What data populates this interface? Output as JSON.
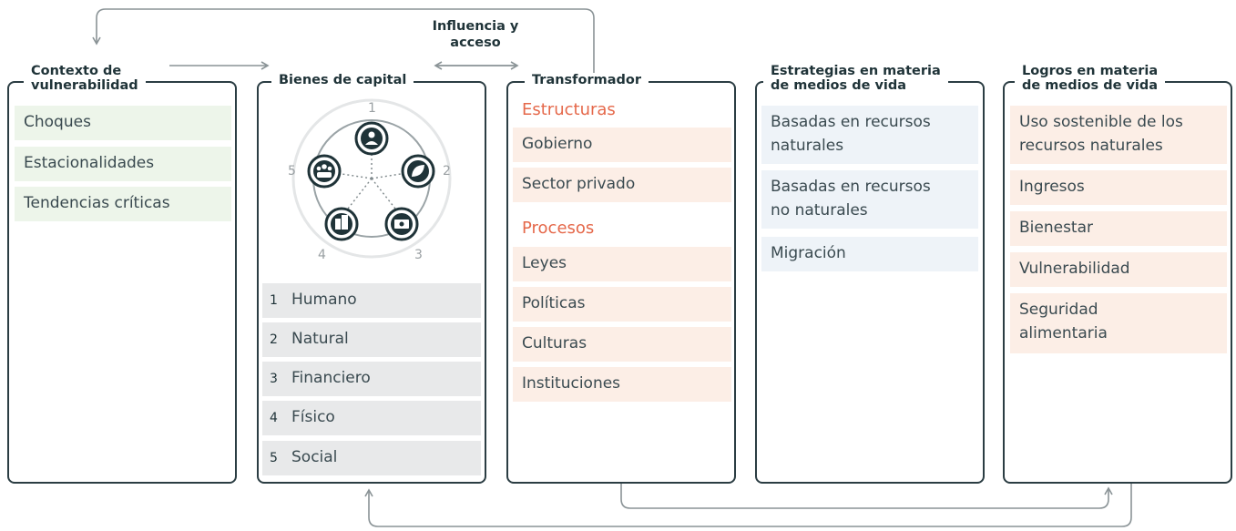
{
  "arrow_label": "Influencia y\nacceso",
  "columns": {
    "vulnerability": {
      "title": "Contexto de\nvulnerabilidad",
      "items": [
        "Choques",
        "Estacionalidades",
        "Tendencias críticas"
      ]
    },
    "capital": {
      "title": "Bienes de capital",
      "pentagon_numbers": [
        "1",
        "2",
        "3",
        "4",
        "5"
      ],
      "pentagon_icons": [
        "person-icon",
        "leaf-icon",
        "money-icon",
        "building-icon",
        "group-icon"
      ],
      "items": [
        {
          "num": "1",
          "label": "Humano"
        },
        {
          "num": "2",
          "label": "Natural"
        },
        {
          "num": "3",
          "label": "Financiero"
        },
        {
          "num": "4",
          "label": "Físico"
        },
        {
          "num": "5",
          "label": "Social"
        }
      ]
    },
    "transformer": {
      "title": "Transformador",
      "structures_heading": "Estructuras",
      "structures": [
        "Gobierno",
        "Sector privado"
      ],
      "processes_heading": "Procesos",
      "processes": [
        "Leyes",
        "Políticas",
        "Culturas",
        "Instituciones"
      ]
    },
    "strategies": {
      "title": "Estrategias en materia\nde medios de vida",
      "items": [
        "Basadas en recursos\nnaturales",
        "Basadas en recursos\nno naturales",
        "Migración"
      ]
    },
    "outcomes": {
      "title": "Logros en materia\nde medios de vida",
      "items": [
        "Uso sostenible de los\nrecursos naturales",
        "Ingresos",
        "Bienestar",
        "Vulnerabilidad",
        "Seguridad\nalimentaria"
      ]
    }
  },
  "colors": {
    "border": "#2b3d43",
    "accent": "#e5684a",
    "green_fill": "#edf5ea",
    "peach_fill": "#fceee6",
    "blue_fill": "#eef3f8",
    "grey_fill": "#e8e9ea",
    "arrow": "#8a9396"
  }
}
